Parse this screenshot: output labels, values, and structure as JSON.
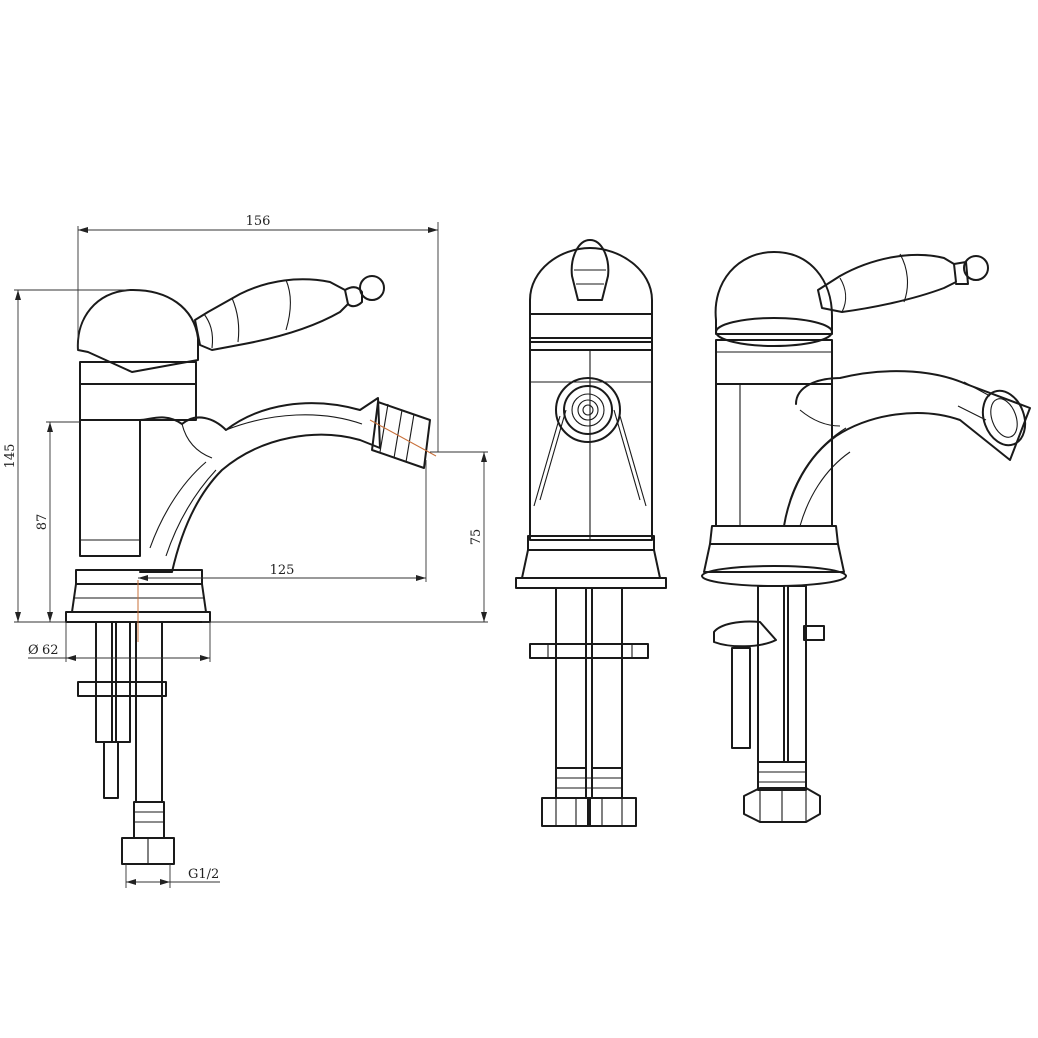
{
  "dimensions": {
    "overall_width": "156",
    "overall_height": "145",
    "body_height": "87",
    "spout_height": "75",
    "spout_reach": "125",
    "base_diameter": "62",
    "diameter_symbol": "Ø",
    "thread": "G1/2"
  },
  "views": [
    "side-view",
    "front-view",
    "perspective-view"
  ],
  "colors": {
    "line": "#1a1a1a",
    "centerline": "#c8703a",
    "background": "#ffffff"
  }
}
